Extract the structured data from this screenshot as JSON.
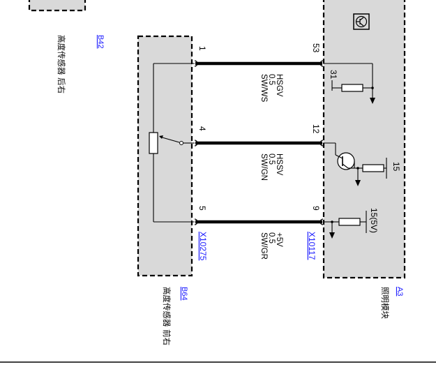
{
  "colors": {
    "wire": "#000000",
    "box_fill": "#d9d9d9",
    "link": "#1a1aff",
    "background": "#ffffff"
  },
  "components": {
    "b42": {
      "ref": "B42",
      "name": "高度传感器 后右"
    },
    "b64": {
      "ref": "B64",
      "name": "高度传感器 前右"
    },
    "a3": {
      "ref": "A3",
      "name": "照明模块",
      "icon": "transistor-symbol-icon"
    }
  },
  "connectors": {
    "left": "X10275",
    "right": "X10117"
  },
  "pins": {
    "left": [
      "1",
      "4",
      "5"
    ],
    "right": [
      "53",
      "12",
      "9"
    ]
  },
  "wires": [
    {
      "signal": "HSGV",
      "size": "0.5",
      "color": "SW/WS"
    },
    {
      "signal": "HSSV",
      "size": "0.5",
      "color": "SW/GN"
    },
    {
      "signal": "+5V",
      "size": "0.5",
      "color": "SW/GR"
    }
  ],
  "internal": {
    "ground_pin": "31",
    "supply1": "15",
    "supply2": "15(5V)"
  }
}
